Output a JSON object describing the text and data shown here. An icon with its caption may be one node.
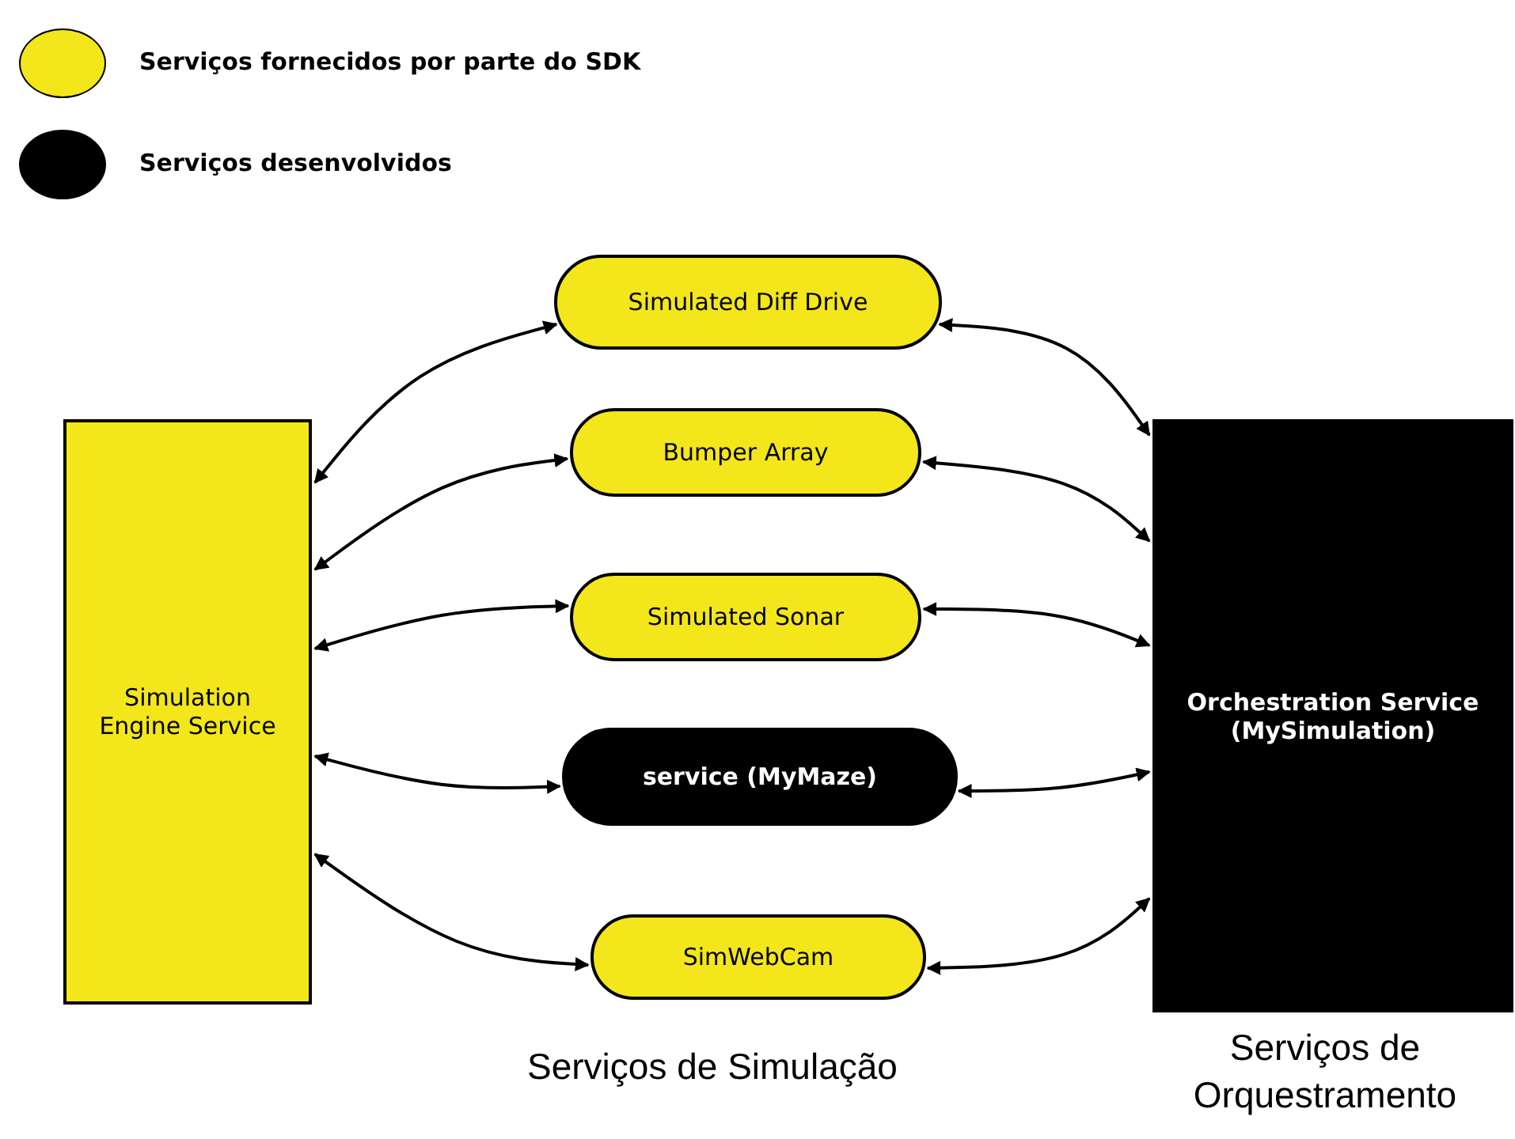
{
  "diagram": {
    "nodes": [
      {
        "text": [
          "Simulation Engine Service"
        ]
      },
      {
        "text": [
          "Simulated Diff Drive"
        ]
      },
      {
        "text": [
          "Bumper Array"
        ]
      },
      {
        "text": [
          "Simulated Sonar"
        ]
      },
      {
        "text": [
          "service (MyMaze)"
        ]
      },
      {
        "text": [
          "SimWebCam"
        ]
      },
      {
        "text": [
          "Orchestration Service (MySimulation)"
        ]
      }
    ],
    "edges": [
      {
        "from": 0,
        "to": 1,
        "arrow": "both"
      },
      {
        "from": 0,
        "to": 2,
        "arrow": "both"
      },
      {
        "from": 0,
        "to": 3,
        "arrow": "both"
      },
      {
        "from": 0,
        "to": 4,
        "arrow": "both"
      },
      {
        "from": 0,
        "to": 5,
        "arrow": "both"
      },
      {
        "from": 1,
        "to": 6,
        "arrow": "both"
      },
      {
        "from": 2,
        "to": 6,
        "arrow": "both"
      },
      {
        "from": 3,
        "to": 6,
        "arrow": "both"
      },
      {
        "from": 4,
        "to": 6,
        "arrow": "both"
      },
      {
        "from": 5,
        "to": 6,
        "arrow": "both"
      }
    ],
    "labels": [
      "Serviços de Simulação",
      "Serviços de Orquestramento"
    ],
    "legend": [
      {
        "text": "Serviços fornecidos por parte do SDK",
        "color": "#f3e61a"
      },
      {
        "text": "Serviços desenvolvidos",
        "color": "#000000"
      }
    ]
  }
}
